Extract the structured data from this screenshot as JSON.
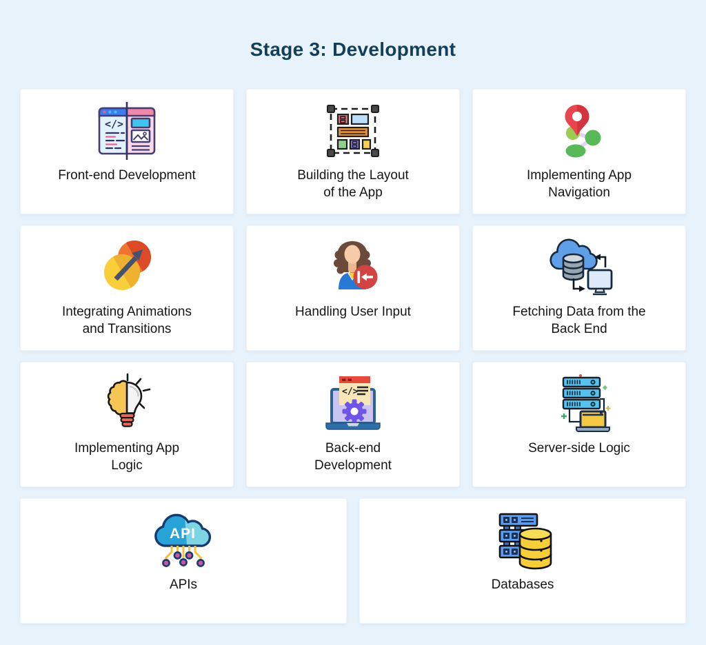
{
  "title": "Stage 3: Development",
  "theme": {
    "background": "#e7f2fb",
    "card_background": "#ffffff",
    "title_color": "#133f58",
    "label_color": "#151515"
  },
  "cards": [
    {
      "label": "Front-end Development",
      "icon": "split-browser-icon"
    },
    {
      "label": "Building the Layout\nof the App",
      "icon": "layout-frame-icon"
    },
    {
      "label": "Implementing App\nNavigation",
      "icon": "map-pin-route-icon"
    },
    {
      "label": "Integrating Animations\nand Transitions",
      "icon": "animation-circles-arrow-icon"
    },
    {
      "label": "Handling User Input",
      "icon": "user-input-icon"
    },
    {
      "label": "Fetching Data from the\nBack End",
      "icon": "cloud-database-sync-icon"
    },
    {
      "label": "Implementing App\nLogic",
      "icon": "brain-bulb-icon"
    },
    {
      "label": "Back-end\nDevelopment",
      "icon": "laptop-gear-code-icon"
    },
    {
      "label": "Server-side Logic",
      "icon": "server-laptop-icon"
    },
    {
      "label": "APIs",
      "icon": "api-cloud-circuit-icon"
    },
    {
      "label": "Databases",
      "icon": "server-database-icon"
    }
  ],
  "icons": {
    "api_text": "API"
  }
}
